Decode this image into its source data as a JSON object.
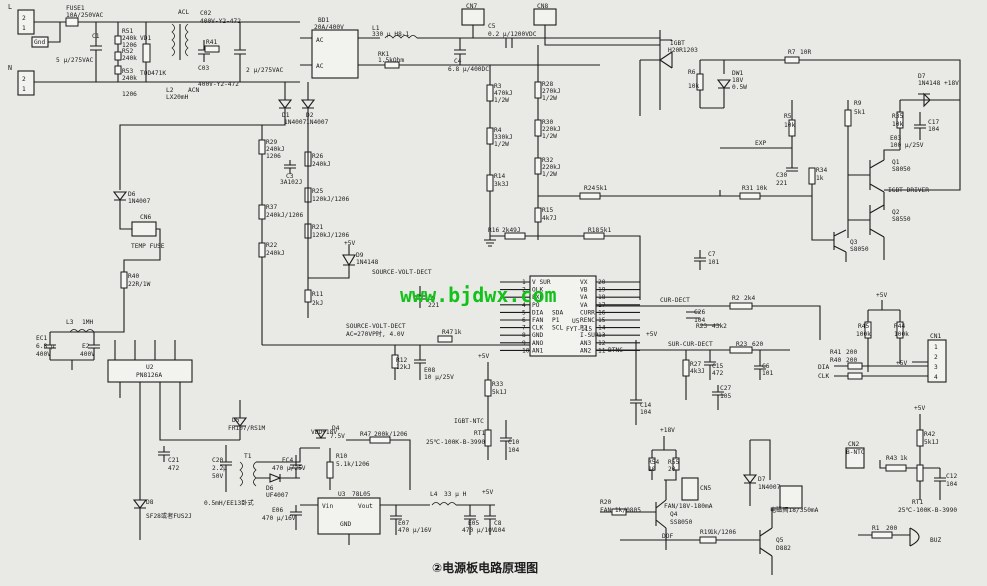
{
  "caption": "②电源板电路原理图",
  "watermark": "www.bjdwx.com",
  "connectors": {
    "L": "L",
    "N": "N",
    "Gnd": "Gnd",
    "pins12": [
      "2",
      "1"
    ],
    "cn7": "CN7",
    "cn8": "CN8",
    "cn6": "CN6",
    "cn1": "CN1",
    "cn2": "CN2",
    "cn5": "CN5",
    "temp_fuse": "TEMP FUSE",
    "b_ntc": "B-NTC",
    "buz": "BUZ"
  },
  "parts": {
    "fuse1": "FUSE1",
    "fuse1_v": "10A/250VAC",
    "c1": "C1",
    "c1_v": "5 μ/275VAC",
    "r51": "R51",
    "r51_v": "240k",
    "r52": "R52",
    "r52_v": "240k",
    "r53": "R53",
    "r53_v": "240k",
    "r_1206": "1206",
    "vd1": "VD1",
    "vd1_v": "TOD471K",
    "acl": "ACL",
    "l2": "L2",
    "l2_v": "LX20mH",
    "acn": "ACN",
    "c02": "C02",
    "c02_v": "400V-Y2-472",
    "c03": "C03",
    "c03_v": "400V-Y2-472",
    "r41": "R41",
    "c_2u": "2 μ/275VAC",
    "bd1": "BD1",
    "bd1_v": "20A/400V",
    "ac": "AC",
    "l1": "L1",
    "l1_v": "330 μ H8-1",
    "rk1": "RK1",
    "rk1_v": "1.5kOhm",
    "c4": "C4",
    "c4_v": "6.8 μ/400DC",
    "c5": "C5",
    "c5_v": "0.2 μ/1200VDC",
    "igbt": "IGBT",
    "igbt_v": "H20R1203",
    "r6": "R6",
    "r6_v": "10k",
    "dw1": "DW1",
    "dw1_v": "18V",
    "dw1_p": "0.5W",
    "r7": "R7",
    "r7_v": "10R",
    "d1": "D1",
    "d1_v": "1N4007",
    "d2": "D2",
    "d2_v": "1N4007",
    "r29": "R29",
    "r29_v": "240kJ",
    "r26": "R26",
    "r26_v": "240kJ",
    "c3": "C3",
    "c3_v": "3A102J",
    "r25": "R25",
    "r25_v": "120kJ/1206",
    "r37": "R37",
    "r37_v": "240kJ/1206",
    "r21": "R21",
    "r21_v": "120kJ/1206",
    "r22": "R22",
    "r22_v": "240kJ",
    "d9": "D9",
    "d9_v": "1N4148",
    "r11": "R11",
    "r11_v": "2kJ",
    "r3": "R3",
    "r3_v": "470kJ",
    "r_1_2w": "1/2W",
    "r4": "R4",
    "r4_v": "330kJ",
    "r14": "R14",
    "r14_v": "3k3J",
    "r28": "R28",
    "r28_v": "270kJ",
    "r30": "R30",
    "r30_v": "220kJ",
    "r32": "R32",
    "r32_v": "220kJ",
    "r15": "R15",
    "r15_v": "4k7J",
    "r24": "R24",
    "r24_v": "5k1",
    "r16": "R16",
    "r16_v": "2k49J",
    "r18": "R18",
    "r18_v": "5k1",
    "c7": "C7",
    "c7_v": "101",
    "r5": "R5",
    "r5_v": "10k",
    "exp": "EXP",
    "c30": "C30",
    "c30_v": "221",
    "r31": "R31",
    "r31_v": "10k",
    "r34": "R34",
    "r34_v": "1k",
    "r9": "R9",
    "r9_v": "5k1",
    "r35": "R35",
    "r35_v": "10k",
    "d7a": "D7",
    "d7a_v": "1N4148",
    "plus18": "+18V",
    "c17": "C17",
    "c17_v": "104",
    "e03": "E03",
    "e03_v": "100 μ/25V",
    "q1": "Q1",
    "q1_v": "S8050",
    "q2": "Q2",
    "q2_v": "S8550",
    "q3": "Q3",
    "q3_v": "S8050",
    "igbt_driver": "IGBT-DRIVER",
    "d6": "D6",
    "d6_v": "1N4007",
    "r40": "R40",
    "r40_v": "22R/1W",
    "l3": "L3",
    "l3_v": "1MH",
    "ec1": "EC1",
    "ec1_v": "6.8 μ",
    "ec1_vv": "400V",
    "e2": "E2",
    "e2_v": "6.8 μ",
    "e2_vv": "400V",
    "u2": "U2",
    "u2_v": "PN8126A",
    "d5": "D5",
    "d5_v": "FR107/RS1M",
    "c21": "C21",
    "c21_v": "472",
    "c20": "C20",
    "c20_v": "2.2μ",
    "c20_vv": "50V",
    "t1": "T1",
    "d8": "D8",
    "d8_v": "SF28或者FUS2J",
    "c_05": "0.5mH/EE13卧式",
    "d4": "D4",
    "d4_v": "7.5V",
    "vdd": "VDD+18V",
    "r47b": "R47",
    "r47b_v": "200k/1206",
    "ec4": "EC4",
    "ec4_v": "470 μ/25V",
    "r10": "R10",
    "r10_v": "5.1k/1206",
    "d6b": "D6",
    "d6b_v": "UF4007",
    "e06": "E06",
    "e06_v": "470 μ/16V",
    "u3": "U3",
    "u3_v": "78L05",
    "vin": "Vin",
    "vout": "Vout",
    "gnd": "GND",
    "e07": "E07",
    "e07_v": "470 μ/16V",
    "l4": "L4",
    "l4_v": "33 μ H",
    "e05": "E05",
    "e05_v": "470 μ/10V",
    "c8": "C8",
    "c8_v": "104",
    "plus5": "+5V",
    "src_volt": "SOURCE-VOLT-DECT",
    "src_volt2": "SOURCE-VOLT-DECT",
    "ac_note": "AC=270VP时, 4.0V",
    "c9": "C9",
    "c9_v": "221",
    "r47": "R47",
    "r47_v": "1k",
    "r12": "R12",
    "r12_v": "12kJ",
    "e08": "E08",
    "e08_v": "10 μ/25V",
    "u5": "U5",
    "u5_v": "FYT-115",
    "u5_left": [
      "V SUR",
      "OLK",
      "EXP",
      "PO",
      "DIA",
      "FAN",
      "CLK",
      "GND",
      "ANO",
      "AN1"
    ],
    "u5_left_mid": [
      "",
      "",
      "",
      "",
      "SDA",
      "P1",
      "SCL",
      "",
      "",
      ""
    ],
    "u5_right": [
      "VX",
      "VB",
      "VA",
      "VA",
      "CURR",
      "RENC",
      "P2",
      "I-SUR",
      "AN3",
      "AN2"
    ],
    "u5_pins_right": [
      "20",
      "19",
      "18",
      "17",
      "16",
      "15",
      "14",
      "13",
      "12",
      "11"
    ],
    "u5_pins_left": [
      "1",
      "2",
      "3",
      "4",
      "5",
      "6",
      "7",
      "8",
      "9",
      "10"
    ],
    "btnc": "BTNC",
    "cur_dect": "CUR-DECT",
    "r2": "R2",
    "r2_v": "2k4",
    "c26": "C26",
    "c26_v": "104",
    "r23": "R23",
    "r23_v": "43k2",
    "sur_cur": "SUR-CUR-DECT",
    "r23b": "R23",
    "r23b_v": "620",
    "r27": "R27",
    "r27_v": "4k3J",
    "c15": "C15",
    "c15_v": "472",
    "c6": "C6",
    "c6_v": "101",
    "c27": "C27",
    "c27_v": "105",
    "c14": "C14",
    "c14_v": "104",
    "r33": "R33",
    "r33_v": "5k1J",
    "igbt_ntc": "IGBT-NTC",
    "rt1": "RT1",
    "rt1_v": "25℃-100K-B-3990",
    "c10": "C10",
    "c10_v": "104",
    "r45": "R45",
    "r45_v": "100k",
    "r44": "R44",
    "r44_v": "100k",
    "r41b": "R41",
    "r41b_v": "200",
    "r40b": "R40",
    "r40b_v": "200",
    "dia": "DIA",
    "clk": "CLK",
    "plus5v": "+5V",
    "cn1_pins": [
      "1",
      "2",
      "3",
      "4"
    ],
    "r54": "R54",
    "r54_v": "10",
    "r55": "R55",
    "r55_v": "20",
    "fan_note": "FAN/18V-180mA",
    "r20": "R20",
    "r20_v": "FAN 1k/0805",
    "q4": "Q4",
    "q4_v": "SS8050",
    "d7b": "D7",
    "d7b_v": "1N4007",
    "relay_note": "电磁阀18/350mA",
    "r19": "R19",
    "r19_v": "1k/1206",
    "dof": "DOF",
    "q5": "Q5",
    "q5_v": "D882",
    "plus18b": "+18V",
    "r42": "R42",
    "r42_v": "5k1J",
    "r43": "R43",
    "r43_v": "1k",
    "c12": "C12",
    "c12_v": "104",
    "rt1b": "RT1",
    "rt1b_v": "25℃-100K-B-3990",
    "r1": "R1",
    "r1_v": "200"
  }
}
